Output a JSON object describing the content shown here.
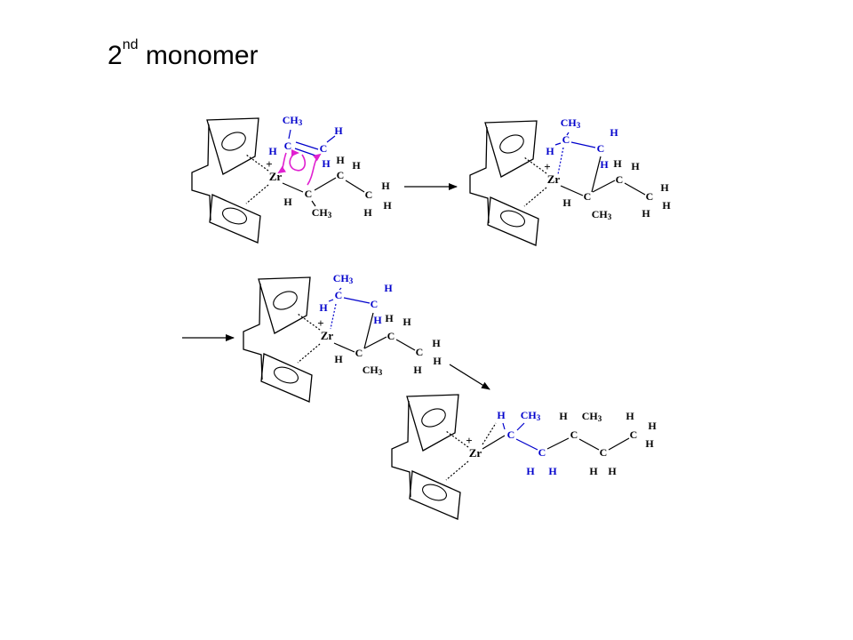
{
  "slide": {
    "title_main": "2",
    "title_sup": "nd",
    "title_rest": " monomer"
  },
  "colors": {
    "black": "#000000",
    "blue": "#0000cc",
    "magenta": "#e020d0",
    "white": "#ffffff"
  },
  "labels": {
    "zr": "Zr",
    "plus": "+",
    "c": "C",
    "h": "H",
    "ch3": "CH",
    "sub3": "3"
  }
}
